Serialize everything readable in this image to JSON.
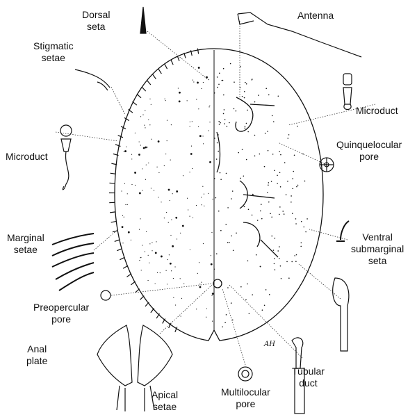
{
  "labels": {
    "dorsal_seta": [
      "Dorsal",
      "seta"
    ],
    "antenna": [
      "Antenna"
    ],
    "stigmatic_setae": [
      "Stigmatic",
      "setae"
    ],
    "microduct_right": [
      "Microduct"
    ],
    "microduct_left": [
      "Microduct"
    ],
    "quinquelocular_pore": [
      "Quinquelocular",
      "pore"
    ],
    "marginal_setae": [
      "Marginal",
      "setae"
    ],
    "ventral_submarginal_seta": [
      "Ventral",
      "submarginal",
      "seta"
    ],
    "preopercular_pore": [
      "Preopercular",
      "pore"
    ],
    "anal_plate": [
      "Anal",
      "plate"
    ],
    "apical_setae": [
      "Apical",
      "setae"
    ],
    "multilocular_pore": [
      "Multilocular",
      "pore"
    ],
    "tubular_duct": [
      "Tubular",
      "duct"
    ]
  },
  "signature": "AH",
  "colors": {
    "ink": "#111111",
    "paper": "#ffffff"
  }
}
